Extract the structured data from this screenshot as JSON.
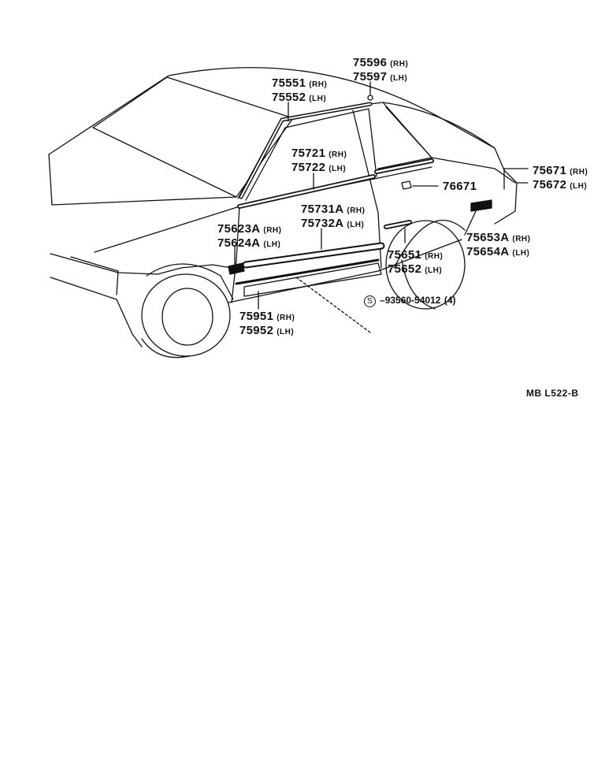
{
  "diagram_code": "MB  L522-B",
  "parts": [
    {
      "id": "p75596",
      "rh": "75596",
      "lh": "75597",
      "rh_tag": "(RH)",
      "lh_tag": "(LH)"
    },
    {
      "id": "p75551",
      "rh": "75551",
      "lh": "75552",
      "rh_tag": "(RH)",
      "lh_tag": "(LH)"
    },
    {
      "id": "p75721",
      "rh": "75721",
      "lh": "75722",
      "rh_tag": "(RH)",
      "lh_tag": "(LH)"
    },
    {
      "id": "p75671",
      "rh": "75671",
      "lh": "75672",
      "rh_tag": "(RH)",
      "lh_tag": "(LH)"
    },
    {
      "id": "p76671",
      "single": "76671"
    },
    {
      "id": "p75731",
      "rh": "75731A",
      "lh": "75732A",
      "rh_tag": "(RH)",
      "lh_tag": "(LH)"
    },
    {
      "id": "p75623",
      "rh": "75623A",
      "lh": "75624A",
      "rh_tag": "(RH)",
      "lh_tag": "(LH)"
    },
    {
      "id": "p75653",
      "rh": "75653A",
      "lh": "75654A",
      "rh_tag": "(RH)",
      "lh_tag": "(LH)"
    },
    {
      "id": "p75651",
      "rh": "75651",
      "lh": "75652",
      "rh_tag": "(RH)",
      "lh_tag": "(LH)"
    },
    {
      "id": "p75951",
      "rh": "75951",
      "lh": "75952",
      "rh_tag": "(RH)",
      "lh_tag": "(LH)"
    }
  ],
  "screw": {
    "symbol": "S",
    "label": "93560-54012",
    "qty": "(4)"
  }
}
